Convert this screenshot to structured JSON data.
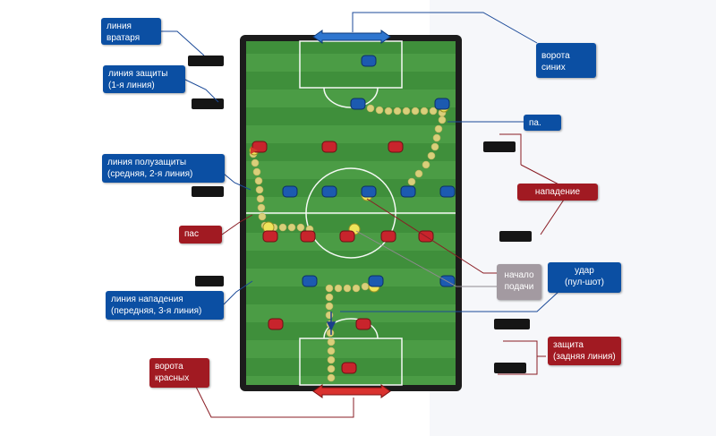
{
  "labels": {
    "goalkeeper_line": [
      "линия",
      "вратаря"
    ],
    "defense_line": [
      "линия защиты",
      "(1-я линия)"
    ],
    "midfield_line": [
      "линия полузащиты",
      "(средняя, 2-я линия)"
    ],
    "attack_line": [
      "линия нападения",
      "(передняя, 3-я линия)"
    ],
    "blue_goal": [
      "ворота",
      "синих"
    ],
    "red_goal": [
      "ворота",
      "красных"
    ],
    "pass_top": "па.",
    "pass": "пас",
    "attack": "нападение",
    "kickoff": [
      "начало",
      "подачи"
    ],
    "shot": [
      "удар",
      "(пул-шот)"
    ],
    "defense": [
      "защита",
      "(задняя линия)"
    ]
  },
  "colors": {
    "field": "#3e8e3a",
    "team_blue": "#1c5ab0",
    "team_red": "#c8242c",
    "label_blue": "#0b4fa3",
    "label_red": "#a11a22",
    "label_gray": "#a39aa1",
    "ball_path": "#d9cf7a"
  }
}
